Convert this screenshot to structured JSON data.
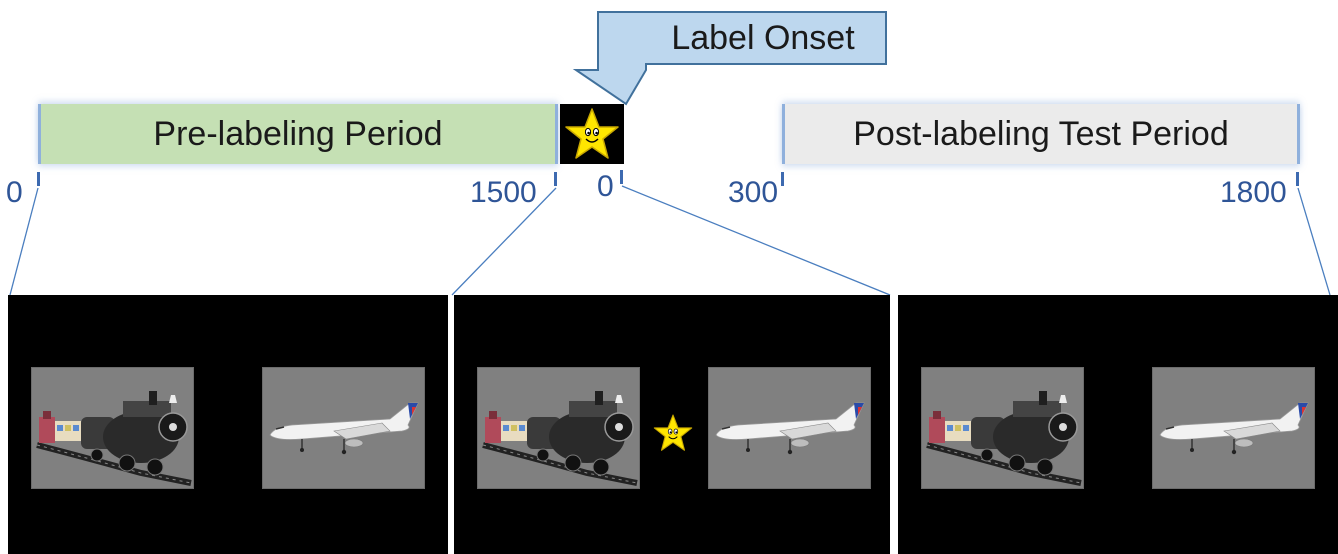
{
  "label_onset": {
    "text": "Label Onset"
  },
  "pre_period": {
    "label": "Pre-labeling Period",
    "color": "#c5e0b4",
    "start": "0",
    "end": "1500"
  },
  "post_period": {
    "label": "Post-labeling Test Period",
    "color": "#ebebeb",
    "start": "300",
    "end": "1800"
  },
  "label_tick": "0",
  "colors": {
    "arrow_fill": "#bdd7ee",
    "arrow_stroke": "#41719c",
    "tick_text": "#2f5597",
    "panel_bg": "#000000",
    "image_bg": "#808080",
    "star": "#ffe600"
  },
  "panels": [
    {
      "left_image": "train",
      "right_image": "airplane",
      "center_star": false
    },
    {
      "left_image": "train",
      "right_image": "airplane",
      "center_star": true
    },
    {
      "left_image": "train",
      "right_image": "airplane",
      "center_star": false
    }
  ]
}
